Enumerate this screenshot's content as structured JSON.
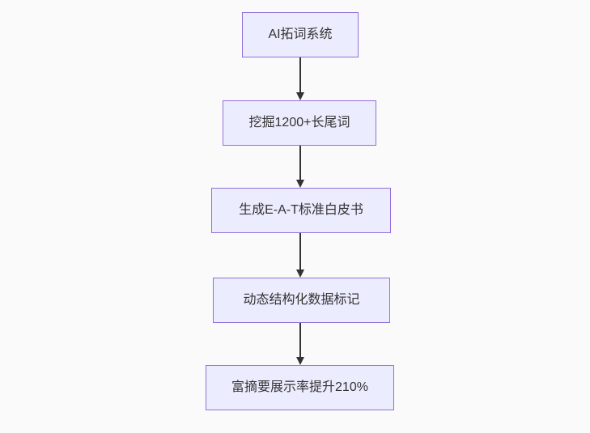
{
  "diagram": {
    "type": "flowchart-top-down",
    "background_color": "#fafafa",
    "node_style": {
      "fill": "#ececff",
      "border_color": "#9370db",
      "text_color": "#333333"
    },
    "arrow_color": "#333333",
    "nodes": [
      {
        "id": "A",
        "label": "AI拓词系统"
      },
      {
        "id": "B",
        "label": "挖掘1200+长尾词"
      },
      {
        "id": "C",
        "label": "生成E-A-T标准白皮书"
      },
      {
        "id": "D",
        "label": "动态结构化数据标记"
      },
      {
        "id": "E",
        "label": "富摘要展示率提升210%"
      }
    ],
    "edges": [
      {
        "from": "A",
        "to": "B"
      },
      {
        "from": "B",
        "to": "C"
      },
      {
        "from": "C",
        "to": "D"
      },
      {
        "from": "D",
        "to": "E"
      }
    ]
  }
}
